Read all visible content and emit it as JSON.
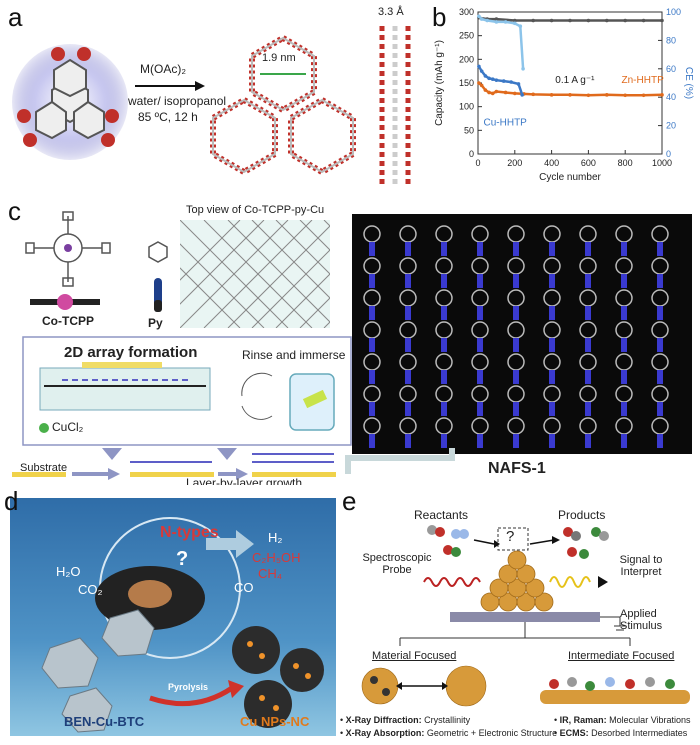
{
  "panels": {
    "a": {
      "label": "a",
      "reagent": "M(OAc)₂",
      "solvent": "water/ isopropanol",
      "conditions": "85 ºC, 12 h",
      "pore_size": "1.9 nm",
      "stacking": "3.3 Å"
    },
    "b": {
      "label": "b",
      "rate_label": "0.1 A g⁻¹",
      "series_zn": "Zn-HHTP",
      "series_cu": "Cu-HHTP"
    },
    "c": {
      "label": "c",
      "top_view": "Top view of Co-TCPP-py-Cu",
      "co_tcpp": "Co-TCPP",
      "py": "Py",
      "array_formation": "2D array formation",
      "rinse": "Rinse and immerse",
      "cucl2": "CuCl₂",
      "substrate": "Substrate",
      "lbl_growth": "Layer-by-layer growth",
      "nafs": "NAFS-1"
    },
    "d": {
      "label": "d",
      "ntypes": "N-types",
      "question": "?",
      "h2o": "H₂O",
      "co2": "CO₂",
      "h2": "H₂",
      "c2h5oh": "C₂H₅OH",
      "ch4": "CH₄",
      "co": "CO",
      "pyrolysis": "Pyrolysis",
      "ben": "BEN-Cu-BTC",
      "cunps": "Cu NPs-NC"
    },
    "e": {
      "label": "e",
      "reactants": "Reactants",
      "products": "Products",
      "probe": "Spectroscopic Probe",
      "signal": "Signal to Interpret",
      "stimulus": "Applied Stimulus",
      "material": "Material Focused",
      "intermediate": "Intermediate Focused",
      "question": "?",
      "bullets_left": [
        {
          "bold": "X-Ray Diffraction:",
          "text": " Crystallinity"
        },
        {
          "bold": "X-Ray Absorption:",
          "text": " Geometric + Electronic Structure"
        }
      ],
      "bullets_right": [
        {
          "bold": "IR, Raman:",
          "text": " Molecular Vibrations"
        },
        {
          "bold": "ECMS:",
          "text": " Desorbed Intermediates"
        }
      ]
    }
  },
  "chart_data": {
    "type": "scatter",
    "xlabel": "Cycle number",
    "ylabel": "Capacity (mAh g⁻¹)",
    "y2label": "CE (%)",
    "xlim": [
      0,
      1000
    ],
    "ylim": [
      0,
      300
    ],
    "y2lim": [
      0,
      100
    ],
    "xticks": [
      "0",
      "200",
      "400",
      "600",
      "800",
      "1000"
    ],
    "yticks": [
      "0",
      "50",
      "100",
      "150",
      "200",
      "250",
      "300"
    ],
    "y2ticks": [
      "0",
      "20",
      "40",
      "60",
      "80",
      "100"
    ],
    "series": [
      {
        "name": "Zn-HHTP",
        "axis": "left",
        "color": "#e06a1c",
        "x": [
          5,
          20,
          40,
          60,
          80,
          100,
          150,
          200,
          250,
          300,
          400,
          500,
          600,
          700,
          800,
          900,
          1000
        ],
        "y": [
          150,
          145,
          135,
          130,
          128,
          132,
          130,
          128,
          127,
          126,
          125,
          125,
          124,
          125,
          124,
          124,
          125
        ]
      },
      {
        "name": "Cu-HHTP",
        "axis": "left",
        "color": "#3b78c6",
        "x": [
          5,
          20,
          40,
          60,
          80,
          100,
          140,
          180,
          220,
          240
        ],
        "y": [
          185,
          175,
          165,
          160,
          158,
          156,
          154,
          152,
          148,
          125
        ]
      },
      {
        "axis": "right",
        "color": "#555555",
        "x": [
          5,
          50,
          100,
          200,
          300,
          400,
          500,
          600,
          700,
          800,
          900,
          1000
        ],
        "y": [
          96,
          95,
          95,
          94,
          94,
          94,
          94,
          94,
          94,
          94,
          94,
          94
        ]
      },
      {
        "axis": "right",
        "color": "#8cc4ea",
        "x": [
          5,
          20,
          50,
          100,
          150,
          200,
          230,
          245
        ],
        "y": [
          97,
          95,
          94,
          93,
          93,
          92,
          90,
          60
        ]
      }
    ]
  }
}
